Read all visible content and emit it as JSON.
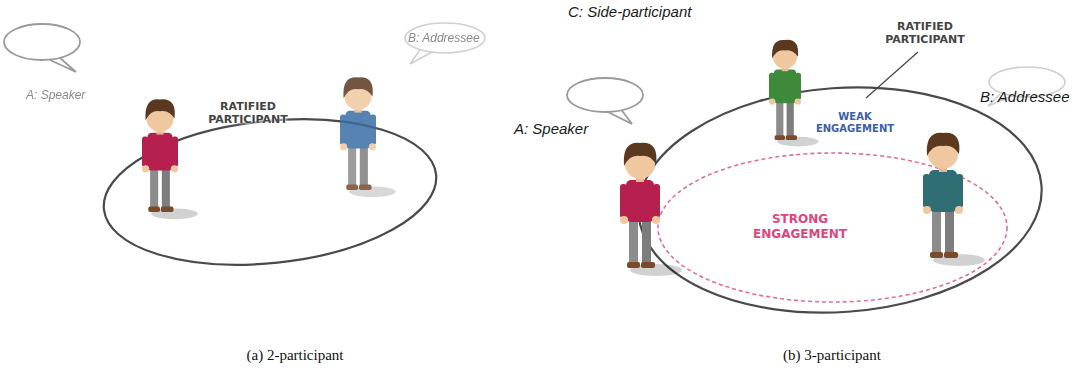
{
  "diagram": {
    "nodes": [
      {
        "text": [
          "RATIFIED PARTICIPANT"
        ]
      },
      {
        "text": [
          "RATIFIED PARTICIPANT"
        ]
      },
      {
        "text": [
          "STRONG ENGAGEMENT"
        ],
        "in": 1
      }
    ],
    "labels": [
      "A: Speaker",
      "B: Addressee",
      "C: Side-participant",
      "A: Speaker",
      "WEAK ENGAGEMENT",
      "B: Addressee",
      "(a) 2-participant",
      "(b) 3-participant"
    ]
  }
}
